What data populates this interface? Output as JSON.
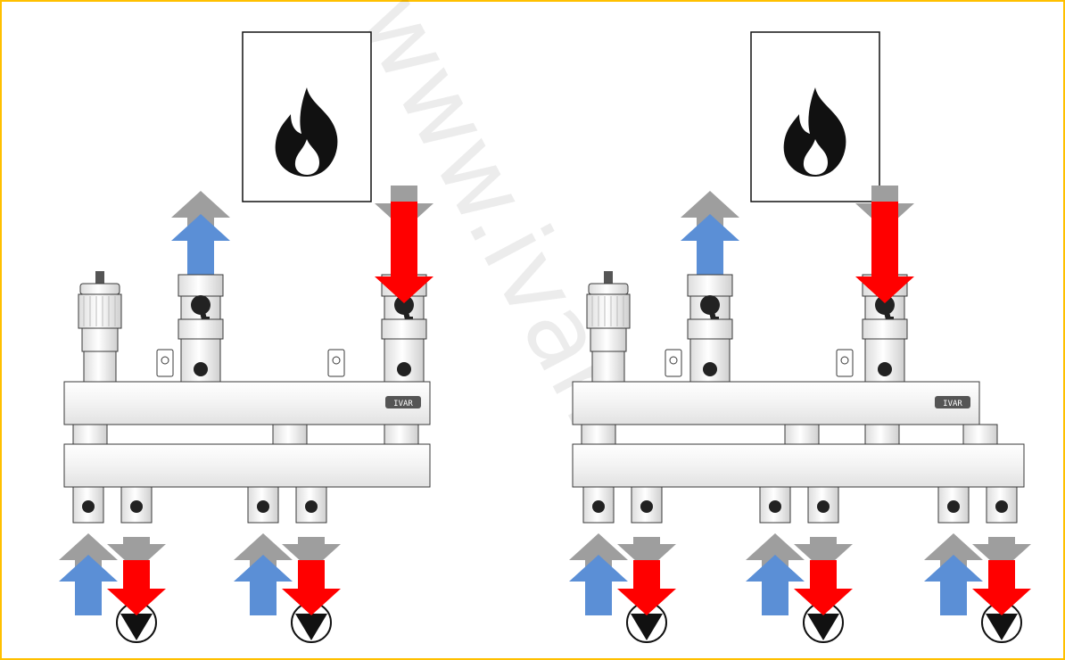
{
  "figure": {
    "border_color": "#ffc000",
    "watermark_text": "www.ivar...",
    "colors": {
      "supply_arrow": "#ff0000",
      "return_arrow": "#5b8fd6",
      "ghost_arrow": "#9e9e9e",
      "metal": "#f2f2f2",
      "outline": "#3a3a3a"
    },
    "left_unit": {
      "name_plate": "IVAR",
      "heat_source_icon": "flame-icon",
      "valves": 2,
      "outlets": [
        {
          "return": "up",
          "supply": "down",
          "pump": true
        },
        {
          "return": "up",
          "supply": "down",
          "pump": true
        }
      ]
    },
    "right_unit": {
      "name_plate": "IVAR",
      "heat_source_icon": "flame-icon",
      "valves": 2,
      "outlets": [
        {
          "return": "up",
          "supply": "down",
          "pump": true
        },
        {
          "return": "up",
          "supply": "down",
          "pump": true
        },
        {
          "return": "up",
          "supply": "down",
          "pump": true
        }
      ]
    }
  }
}
